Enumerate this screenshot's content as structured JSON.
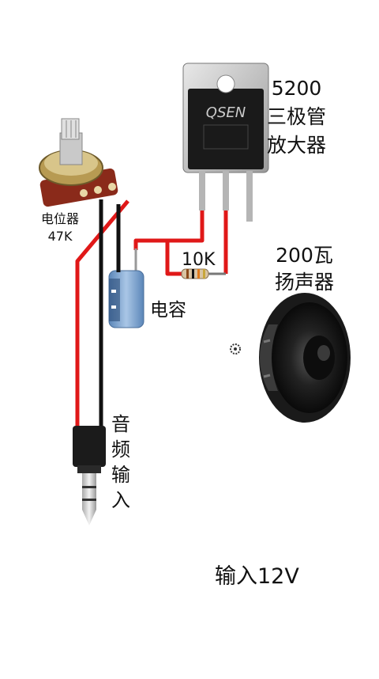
{
  "diagram": {
    "transistor_label": [
      "5200",
      "三极管",
      "放大器"
    ],
    "transistor_marking": "QSEN",
    "pot_label": [
      "电位器",
      "47K"
    ],
    "capacitor_label": "电容",
    "resistor_label": "10K",
    "speaker_label": [
      "200瓦",
      "扬声器"
    ],
    "audio_input_label": [
      "音",
      "频",
      "输",
      "入"
    ],
    "power_label": "输入12V",
    "colors": {
      "wire_red": "#e01818",
      "wire_black": "#111111",
      "capacitor": "#7aa6d6",
      "transistor_body": "#1a1a1a",
      "transistor_tab": "#c8c8c8",
      "pot_board": "#8a2a1a",
      "text": "#111111"
    }
  }
}
